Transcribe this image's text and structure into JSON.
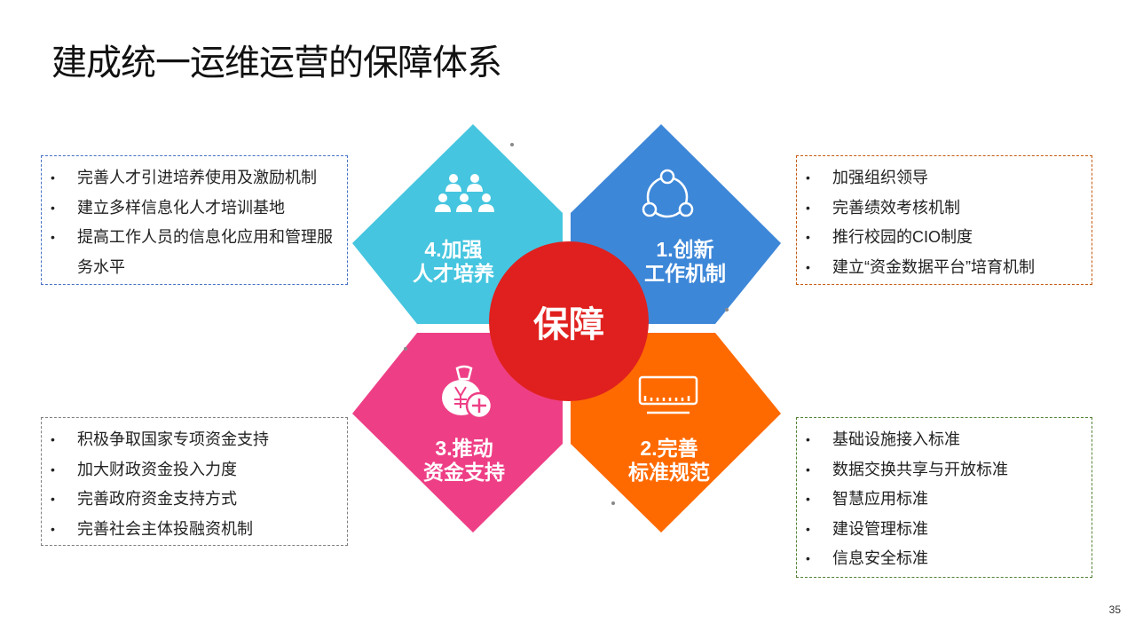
{
  "title": "建成统一运维运营的保障体系",
  "center_label": "保障",
  "quadrants": [
    {
      "label_line1": "4.加强",
      "label_line2": "人才培养",
      "icon": "people-group-icon",
      "color": "#45c5df"
    },
    {
      "label_line1": "1.创新",
      "label_line2": "工作机制",
      "icon": "cycle-network-icon",
      "color": "#3d87d8"
    },
    {
      "label_line1": "3.推动",
      "label_line2": "资金支持",
      "icon": "money-bag-plus-icon",
      "color": "#ee3f86"
    },
    {
      "label_line1": "2.完善",
      "label_line2": "标准规范",
      "icon": "ruler-monitor-icon",
      "color": "#ff6a00"
    }
  ],
  "boxes": {
    "talent": [
      "完善人才引进培养使用及激励机制",
      "建立多样信息化人才培训基地",
      "提高工作人员的信息化应用和管理服务水平"
    ],
    "mechanism": [
      "加强组织领导",
      "完善绩效考核机制",
      "推行校园的CIO制度",
      "建立“资金数据平台”培育机制"
    ],
    "funding": [
      "积极争取国家专项资金支持",
      "加大财政资金投入力度",
      "完善政府资金支持方式",
      "完善社会主体投融资机制"
    ],
    "standards": [
      "基础设施接入标准",
      "数据交换共享与开放标准",
      "智慧应用标准",
      "建设管理标准",
      "信息安全标准"
    ]
  },
  "page_number": "35"
}
